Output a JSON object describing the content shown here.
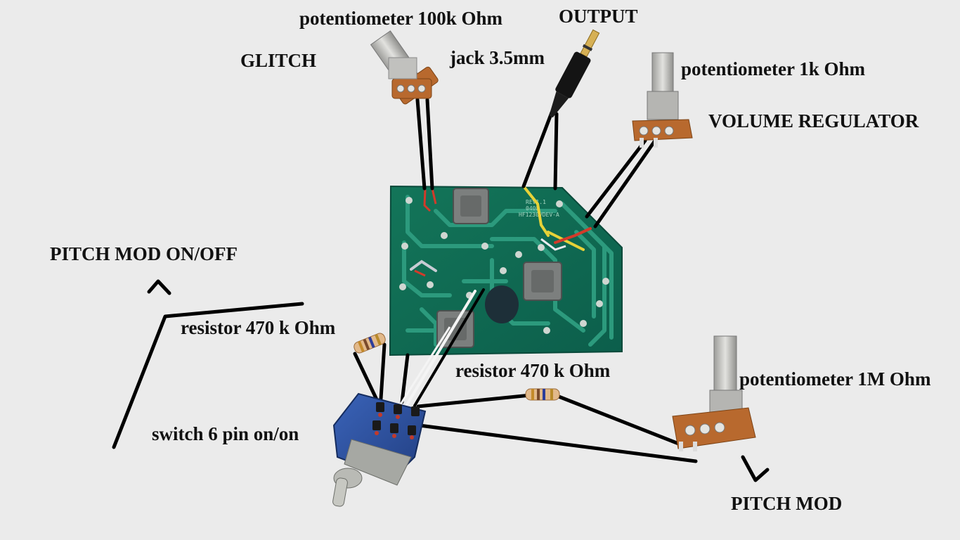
{
  "labels": {
    "pot_100k": "potentiometer 100k Ohm",
    "glitch": "GLITCH",
    "jack": "jack 3.5mm",
    "output": "OUTPUT",
    "pot_1k": "potentiometer 1k Ohm",
    "volume": "VOLUME REGULATOR",
    "pitch_onoff": "PITCH MOD ON/OFF",
    "resistor_left": "resistor 470 k Ohm",
    "resistor_right": "resistor 470 k Ohm",
    "pot_1m": "potentiometer 1M Ohm",
    "switch": "switch 6 pin on/on",
    "pitch_mod": "PITCH MOD"
  },
  "pcb": {
    "silkscreen": [
      "REV1.1",
      "0408",
      "HF1230VDEV-A"
    ]
  },
  "colors": {
    "background": "#ebebeb",
    "wire": "#000000",
    "pcb_green": "#0f6a55",
    "pcb_trace": "#1b8a70",
    "switch_blue": "#2b4f9e",
    "pot_brown": "#b8692e",
    "pot_shaft": "#c9c9c6"
  }
}
